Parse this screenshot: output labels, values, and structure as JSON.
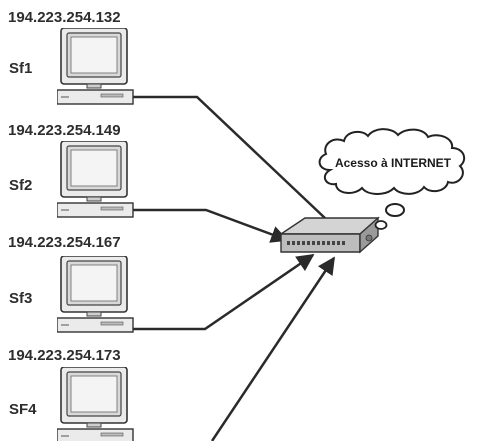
{
  "hosts": [
    {
      "ip": "194.223.254.132",
      "name": "Sf1"
    },
    {
      "ip": "194.223.254.149",
      "name": "Sf2"
    },
    {
      "ip": "194.223.254.167",
      "name": "Sf3"
    },
    {
      "ip": "194.223.254.173",
      "name": "SF4"
    }
  ],
  "cloud": {
    "text": "Acesso à INTERNET"
  },
  "colors": {
    "line": "#2a2a2a",
    "monitor_fill": "#e6e6e6",
    "monitor_stroke": "#333333",
    "text": "#2e2e2e"
  },
  "icons": {
    "computer": "desktop-computer-icon",
    "hub": "network-hub-icon",
    "cloud": "thought-cloud-icon"
  }
}
